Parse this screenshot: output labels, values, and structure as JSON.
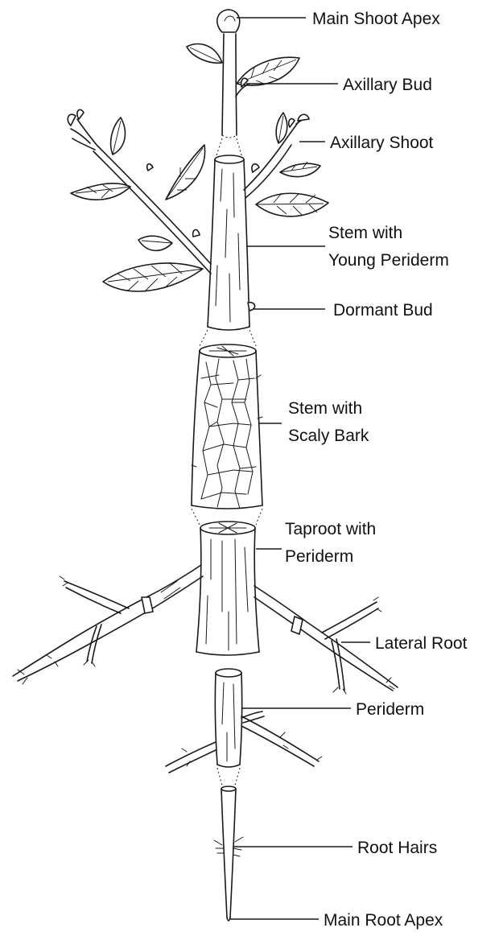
{
  "labels": {
    "main_shoot_apex": "Main Shoot Apex",
    "axillary_bud": "Axillary Bud",
    "axillary_shoot": "Axillary Shoot",
    "stem_young_periderm_1": "Stem with",
    "stem_young_periderm_2": "Young Periderm",
    "dormant_bud": "Dormant Bud",
    "stem_scaly_bark_1": "Stem with",
    "stem_scaly_bark_2": "Scaly Bark",
    "taproot_periderm_1": "Taproot with",
    "taproot_periderm_2": "Periderm",
    "lateral_root": "Lateral Root",
    "periderm": "Periderm",
    "root_hairs": "Root Hairs",
    "main_root_apex": "Main Root Apex"
  }
}
